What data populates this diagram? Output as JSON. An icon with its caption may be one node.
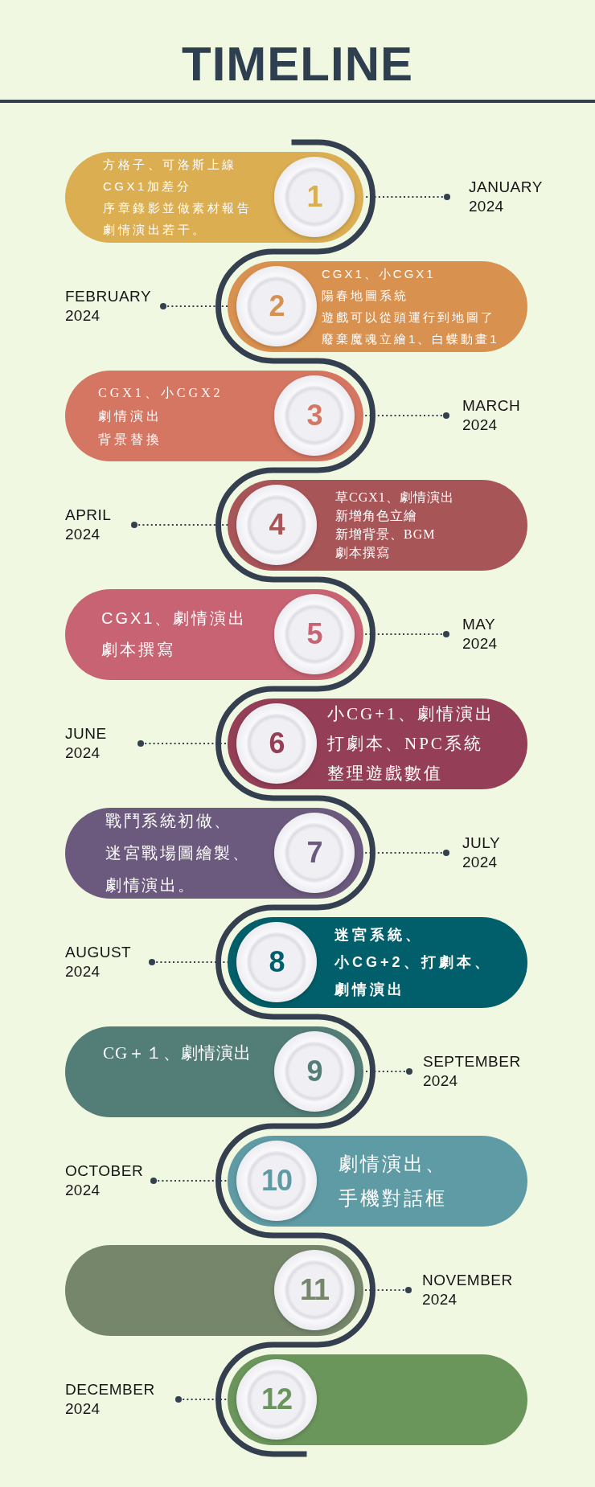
{
  "diagram": {
    "title": "TIMELINE",
    "nodes": [
      {
        "text": [
          "方格子、可洛斯上線",
          "CGX1加差分",
          "序章錄影並做素材報告",
          "劇情演出若干。"
        ]
      },
      {
        "text": [
          "1"
        ],
        "in": 0
      },
      {
        "text": [
          "JANUARY",
          "2024"
        ]
      },
      {
        "text": [
          "CGX1、小CGX1",
          "陽春地圖系統",
          "遊戲可以從頭運行到地圖了",
          "廢棄魔魂立繪1、白蝶動畫1"
        ]
      },
      {
        "text": [
          "2"
        ],
        "in": 3
      },
      {
        "text": [
          "FEBRUARY",
          "2024"
        ]
      },
      {
        "text": [
          "CGX1、小CGX2",
          "劇情演出",
          "背景替換"
        ]
      },
      {
        "text": [
          "3"
        ],
        "in": 6
      },
      {
        "text": [
          "MARCH",
          "2024"
        ]
      },
      {
        "text": [
          "草CGX1、劇情演出",
          "新增角色立繪",
          "新增背景、BGM",
          "劇本撰寫"
        ]
      },
      {
        "text": [
          "4"
        ],
        "in": 9
      },
      {
        "text": [
          "APRIL",
          "2024"
        ]
      },
      {
        "text": [
          "CGX1、劇情演出",
          "劇本撰寫"
        ]
      },
      {
        "text": [
          "5"
        ],
        "in": 12
      },
      {
        "text": [
          "MAY",
          "2024"
        ]
      },
      {
        "text": [
          "小CG+1、劇情演出",
          "打劇本、NPC系統",
          "整理遊戲數值"
        ]
      },
      {
        "text": [
          "6"
        ],
        "in": 15
      },
      {
        "text": [
          "JUNE",
          "2024"
        ]
      },
      {
        "text": [
          "戰鬥系統初做、",
          "迷宮戰場圖繪製、",
          "劇情演出。"
        ]
      },
      {
        "text": [
          "7"
        ],
        "in": 18
      },
      {
        "text": [
          "JULY",
          "2024"
        ]
      },
      {
        "text": [
          "迷宮系統、",
          "小CG+2、打劇本、",
          "劇情演出"
        ]
      },
      {
        "text": [
          "8"
        ],
        "in": 21
      },
      {
        "text": [
          "AUGUST",
          "2024"
        ]
      },
      {
        "text": [
          "CG＋１、劇情演出"
        ]
      },
      {
        "text": [
          "9"
        ],
        "in": 24
      },
      {
        "text": [
          "SEPTEMBER",
          "2024"
        ]
      },
      {
        "text": [
          "劇情演出、",
          "手機對話框"
        ]
      },
      {
        "text": [
          "10"
        ],
        "in": 27
      },
      {
        "text": [
          "OCTOBER",
          "2024"
        ]
      },
      {
        "text": [],
        "shape": "box"
      },
      {
        "text": [
          "11"
        ],
        "in": 30
      },
      {
        "text": [
          "NOVEMBER",
          "2024"
        ]
      },
      {
        "text": [],
        "shape": "box"
      },
      {
        "text": [
          "12"
        ],
        "in": 33
      },
      {
        "text": [
          "DECEMBER",
          "2024"
        ]
      }
    ],
    "edges": [
      {
        "from": 2,
        "to": 0,
        "arrow": "other",
        "style": "dashed"
      },
      {
        "from": 5,
        "to": 3,
        "arrow": "other",
        "style": "dashed"
      },
      {
        "from": 8,
        "to": 6,
        "arrow": "other",
        "style": "dashed"
      },
      {
        "from": 11,
        "to": 9,
        "arrow": "other",
        "style": "dashed"
      },
      {
        "from": 14,
        "to": 12,
        "arrow": "other",
        "style": "dashed"
      },
      {
        "from": 17,
        "to": 15,
        "arrow": "other",
        "style": "dashed"
      },
      {
        "from": 20,
        "to": 18,
        "arrow": "other",
        "style": "dashed"
      },
      {
        "from": 23,
        "to": 21,
        "arrow": "other",
        "style": "dashed"
      },
      {
        "from": 26,
        "to": 24,
        "arrow": "other",
        "style": "dashed"
      },
      {
        "from": 29,
        "to": 27,
        "arrow": "other",
        "style": "dashed"
      },
      {
        "from": 32,
        "to": 30,
        "arrow": "other",
        "style": "dashed"
      },
      {
        "from": 35,
        "to": 33,
        "arrow": "other",
        "style": "dashed"
      },
      {
        "from": 0,
        "to": 3,
        "arrow": "none",
        "style": "thick"
      },
      {
        "from": 3,
        "to": 6,
        "arrow": "none",
        "style": "thick"
      },
      {
        "from": 6,
        "to": 9,
        "arrow": "none",
        "style": "thick"
      },
      {
        "from": 9,
        "to": 12,
        "arrow": "none",
        "style": "thick"
      },
      {
        "from": 12,
        "to": 15,
        "arrow": "none",
        "style": "thick"
      },
      {
        "from": 15,
        "to": 18,
        "arrow": "none",
        "style": "thick"
      },
      {
        "from": 18,
        "to": 21,
        "arrow": "none",
        "style": "thick"
      },
      {
        "from": 21,
        "to": 24,
        "arrow": "none",
        "style": "thick"
      },
      {
        "from": 24,
        "to": 27,
        "arrow": "none",
        "style": "thick"
      },
      {
        "from": 27,
        "to": 30,
        "arrow": "none",
        "style": "thick"
      },
      {
        "from": 30,
        "to": 33,
        "arrow": "none",
        "style": "thick"
      }
    ]
  }
}
